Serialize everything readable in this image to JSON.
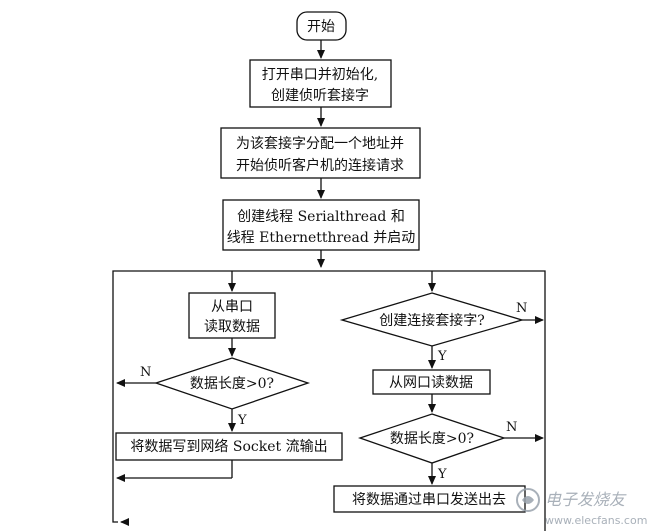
{
  "nodes": {
    "start": "开始",
    "open_serial": [
      "打开串口并初始化,",
      "创建侦听套接字"
    ],
    "assign_addr": [
      "为该套接字分配一个地址并",
      "开始侦听客户机的连接请求"
    ],
    "create_threads": [
      "创建线程 Serialthread 和",
      "线程 Ethernetthread 并启动"
    ],
    "read_serial": [
      "从串口",
      "读取数据"
    ],
    "len_check_left": "数据长度>0?",
    "write_socket": "将数据写到网络 Socket 流输出",
    "create_socket_q": "创建连接套接字?",
    "read_net": "从网口读数据",
    "len_check_right": "数据长度>0?",
    "send_serial": "将数据通过串口发送出去"
  },
  "labels": {
    "n": "N",
    "y": "Y"
  },
  "watermark": {
    "text": "电子发烧友",
    "url": "www.elecfans.com"
  },
  "colors": {
    "line": "#111111",
    "box_border": "#111111",
    "watermark": "#9aa3ad"
  }
}
